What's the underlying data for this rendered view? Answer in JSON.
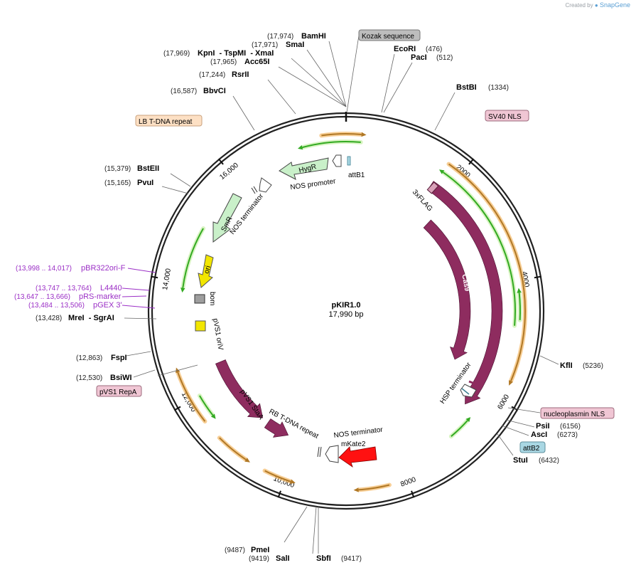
{
  "brand": {
    "prefix": "Created by",
    "name": "SnapGene"
  },
  "plasmid": {
    "name": "pKIR1.0",
    "length": "17,990 bp"
  },
  "ring_ticks": [
    "2000",
    "4000",
    "6000",
    "8000",
    "10,000",
    "12,000",
    "14,000",
    "16,000"
  ],
  "sites": [
    {
      "name": "BamHI",
      "pos": "(17,974)"
    },
    {
      "name": "SmaI",
      "pos": "(17,971)"
    },
    {
      "name": "KpnI  - TspMI  - XmaI",
      "pos": "(17,969)"
    },
    {
      "name": "Acc65I",
      "pos": "(17,965)"
    },
    {
      "name": "RsrII",
      "pos": "(17,244)"
    },
    {
      "name": "BbvCI",
      "pos": "(16,587)"
    },
    {
      "name": "BstEII",
      "pos": "(15,379)"
    },
    {
      "name": "PvuI",
      "pos": "(15,165)"
    },
    {
      "name": "MreI  - SgrAI",
      "pos": "(13,428)"
    },
    {
      "name": "FspI",
      "pos": "(12,863)"
    },
    {
      "name": "BsiWI",
      "pos": "(12,530)"
    },
    {
      "name": "PmeI",
      "pos": "(9487)"
    },
    {
      "name": "SalI",
      "pos": "(9419)"
    },
    {
      "name": "SbfI",
      "pos": "(9417)"
    },
    {
      "name": "EcoRI",
      "pos": "(476)"
    },
    {
      "name": "PacI",
      "pos": "(512)"
    },
    {
      "name": "BstBI",
      "pos": "(1334)"
    },
    {
      "name": "KflI",
      "pos": "(5236)"
    },
    {
      "name": "PsiI",
      "pos": "(6156)"
    },
    {
      "name": "AscI",
      "pos": "(6273)"
    },
    {
      "name": "StuI",
      "pos": "(6432)"
    }
  ],
  "primers": [
    {
      "name": "pBR322ori-F",
      "pos": "(13,998 .. 14,017)"
    },
    {
      "name": "L4440",
      "pos": "(13,747 .. 13,764)"
    },
    {
      "name": "pRS-marker",
      "pos": "(13,647 .. 13,666)"
    },
    {
      "name": "pGEX 3'",
      "pos": "(13,484 .. 13,506)"
    }
  ],
  "boxed_features": {
    "kozak": "Kozak sequence",
    "lb_repeat": "LB T-DNA repeat",
    "sv40_nls": "SV40 NLS",
    "nucleoplasmin_nls": "nucleoplasmin NLS",
    "attb2": "attB2",
    "pvs1_repa": "pVS1 RepA"
  },
  "features": {
    "hygr": "HygR",
    "nos_promoter": "NOS promoter",
    "attb1": "attB1",
    "nos_terminator_1": "NOS terminator",
    "smr": "SmR",
    "ori": "ori",
    "bom": "bom",
    "pvs1_oriv": "pVS1 oriV",
    "pvs1_staa": "pVS1 StaA",
    "rb_repeat": "RB T-DNA repeat",
    "nos_terminator_2": "NOS terminator",
    "mkate2": "mKate2",
    "three_flag": "3xFLAG",
    "cas9_outer": "Cas9",
    "cas9_inner": "Cas9",
    "hsp_terminator": "HSP terminator"
  },
  "colors": {
    "cas9": "#8e2c5f",
    "hygr": "#c9f0c9",
    "ori": "#f2e600",
    "mkate2": "#ff1111",
    "orange_arc": "#f4b968",
    "green_arc": "#33aa22",
    "pink_box": "#f0c6d4",
    "peach_box": "#fde0c4",
    "gray_box": "#bdbdbd",
    "blue_box": "#a9d7e3",
    "primer": "#9b2fc6"
  }
}
